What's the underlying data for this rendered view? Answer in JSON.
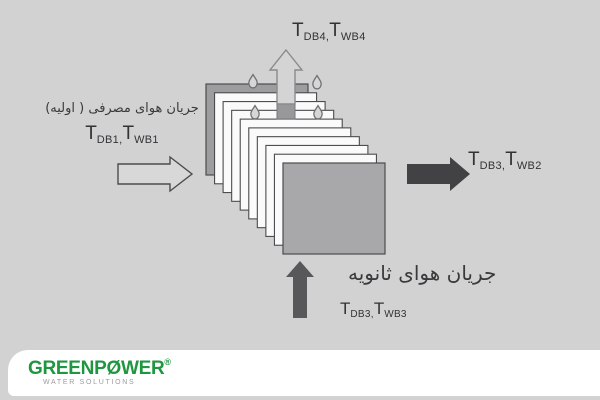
{
  "colors": {
    "background": "#d2d2d3",
    "card": "#ffffff",
    "box_front_face": "#a8a8aa",
    "box_back_wall": "#9d9d9f",
    "plate_white": "#fafafa",
    "outline": "#4c4c4e",
    "dark_arrow_right": "#424244",
    "dark_arrow_up": "#58585a",
    "light_arrow": "#d4d4d5",
    "brand_green": "#1f9640",
    "tagline_gray": "#9b9b9b"
  },
  "icons": {
    "water_droplet": "teardrop-outline-shape",
    "exhaust_air_arrow": "up-arrow-light-outlined",
    "primary_air_inlet_arrow": "right-arrow-outline",
    "supply_air_outlet_arrow": "right-arrow-solid-dark",
    "secondary_air_inlet_arrow": "up-arrow-solid-dark"
  },
  "labels": {
    "exhaust": {
      "t1": "T",
      "sub1": "DB4,",
      "t2": "T",
      "sub2": "WB4"
    },
    "primary": {
      "caption": "جریان هوای مصرفی ( اولیه)",
      "t1": "T",
      "sub1": "DB1,",
      "t2": "T",
      "sub2": "WB1"
    },
    "supply": {
      "t1": "T",
      "sub1": "DB3,",
      "t2": "T",
      "sub2": "WB2"
    },
    "secondary": {
      "caption": "جریان هوای ثانویه",
      "t1": "T",
      "sub1": "DB3,",
      "t2": "T",
      "sub2": "WB3"
    }
  },
  "brand": {
    "name_pre": "GREENP",
    "name_o": "Ø",
    "name_post": "WER",
    "registered": "®",
    "tagline": "WATER SOLUTIONS"
  }
}
